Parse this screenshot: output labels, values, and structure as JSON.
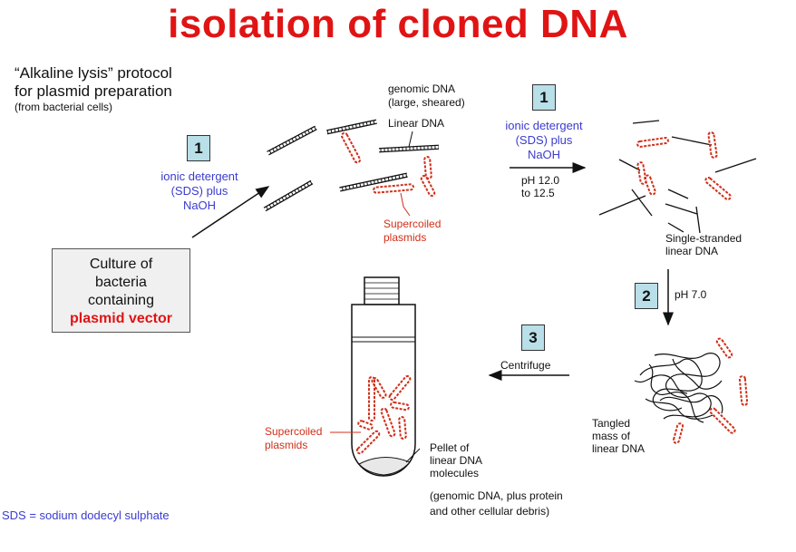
{
  "title": "isolation of cloned DNA",
  "intro": {
    "line1": "“Alkaline lysis” protocol",
    "line2": "for plasmid preparation",
    "line3": "(from bacterial cells)"
  },
  "culture_box": {
    "line1": "Culture of",
    "line2": "bacteria",
    "line3": "containing",
    "highlight": "plasmid vector"
  },
  "steps": [
    {
      "number": "1",
      "reagent_1": "ionic detergent",
      "reagent_2": "(SDS) plus",
      "reagent_3": "NaOH"
    },
    {
      "number": "1",
      "reagent_1": "ionic detergent",
      "reagent_2": "(SDS) plus",
      "reagent_3": "NaOH",
      "ph_1": "pH 12.0",
      "ph_2": "to 12.5"
    },
    {
      "number": "2",
      "ph": "pH 7.0"
    },
    {
      "number": "3",
      "action": "Centrifuge"
    }
  ],
  "labels": {
    "genomic_1": "genomic DNA",
    "genomic_2": "(large, sheared)",
    "linear_dna": "Linear DNA",
    "supercoiled_1": "Supercoiled",
    "supercoiled_2": "plasmids",
    "single_stranded_1": "Single-stranded",
    "single_stranded_2": "linear DNA",
    "tangled_1": "Tangled",
    "tangled_2": "mass of",
    "tangled_3": "linear DNA",
    "tube_supercoiled_1": "Supercoiled",
    "tube_supercoiled_2": "plasmids",
    "pellet_1": "Pellet of",
    "pellet_2": "linear DNA",
    "pellet_3": "molecules",
    "debris_1": "(genomic DNA, plus protein",
    "debris_2": "and other cellular debris)"
  },
  "footnote": "SDS = sodium dodecyl sulphate",
  "colors": {
    "title": "#e01414",
    "reagent": "#3b3bd0",
    "plasmid": "#d0301a",
    "step_box": "#b9dfe9"
  }
}
